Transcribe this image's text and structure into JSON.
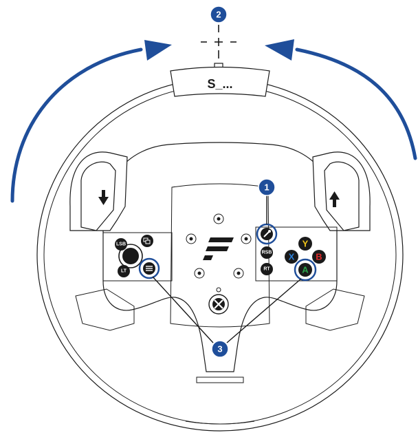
{
  "colors": {
    "accent": "#1f4e9a",
    "outline": "#1a1a1a",
    "button_fill": "#1a1a1a",
    "button_a": "#2aa34a",
    "button_b": "#e02a2a",
    "button_x": "#2d7fd6",
    "button_y": "#f0c419"
  },
  "callouts": {
    "one": "1",
    "two": "2",
    "three": "3"
  },
  "display_label": "S_...",
  "center_marker": "- + -",
  "buttons": {
    "lsb": "LSB",
    "lt": "LT",
    "rsb": "RSB",
    "rt": "RT",
    "y": "Y",
    "b": "B",
    "x": "X",
    "a": "A"
  },
  "icons": {
    "left_paddle": "arrow-down-icon",
    "right_paddle": "arrow-up-icon",
    "view": "view-icon",
    "menu": "menu-icon",
    "wrench": "wrench-icon",
    "center_logo": "xbox-logo-icon",
    "brand_logo": "f-logo-icon",
    "rotation_left": "rotation-arrow-left-icon",
    "rotation_right": "rotation-arrow-right-icon"
  }
}
